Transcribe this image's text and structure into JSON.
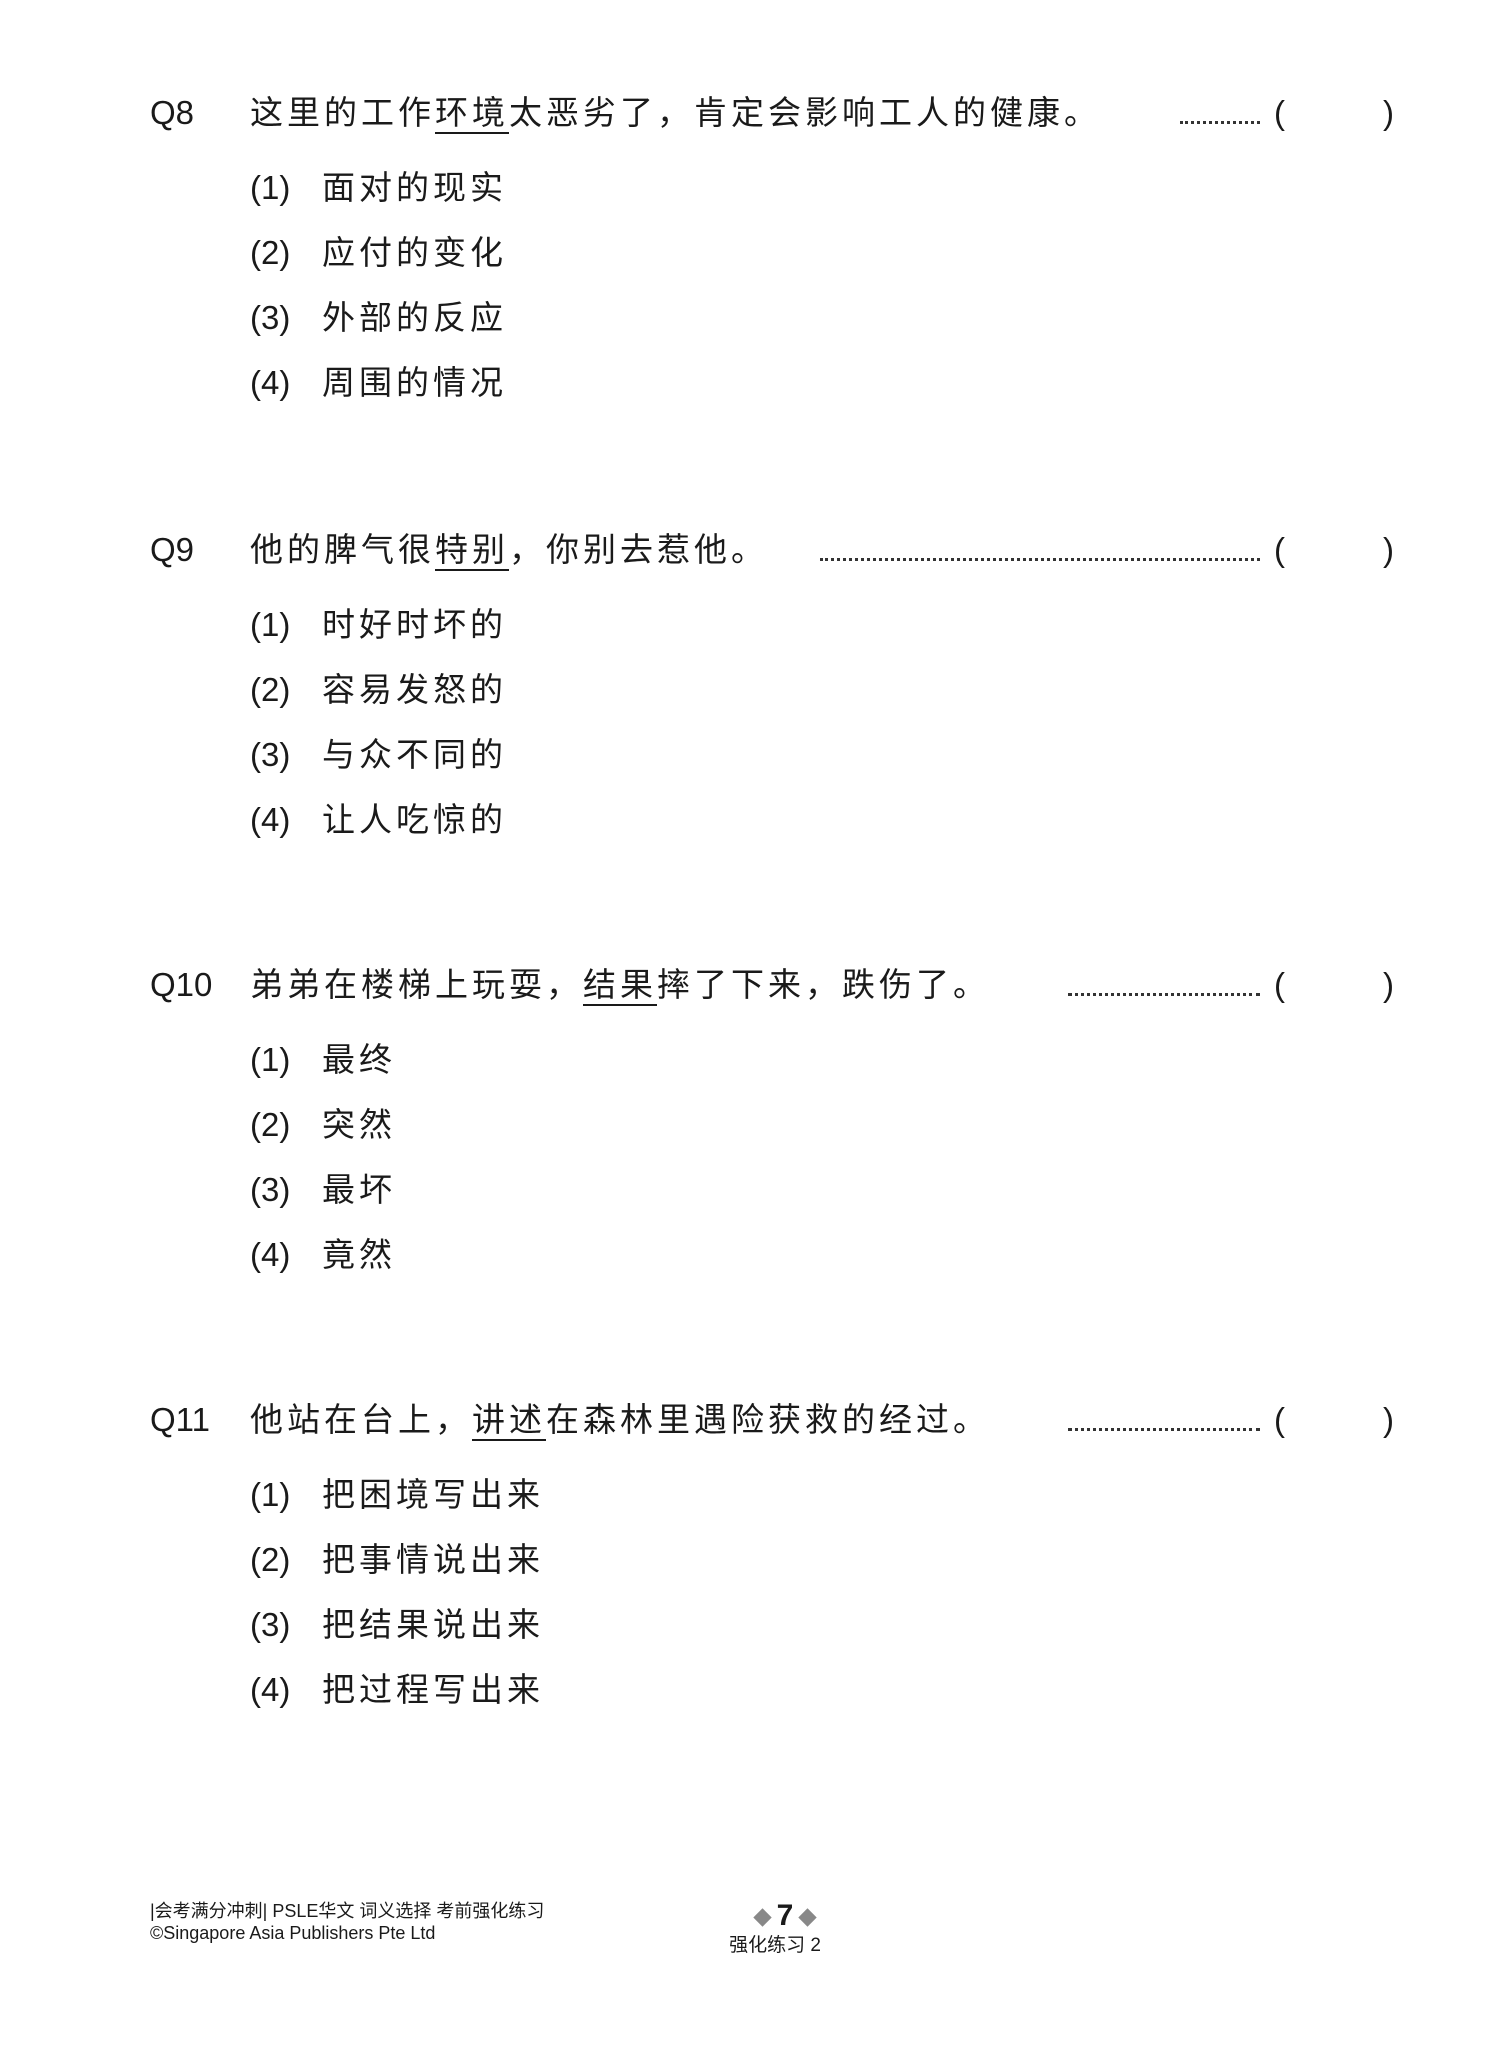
{
  "questions": [
    {
      "number": "Q8",
      "before": "这里的工作",
      "underlined": "环境",
      "after": "太恶劣了，肯定会影响工人的健康。",
      "answer_open": "(",
      "answer_close": ")",
      "options": [
        {
          "num": "(1)",
          "text": "面对的现实"
        },
        {
          "num": "(2)",
          "text": "应付的变化"
        },
        {
          "num": "(3)",
          "text": "外部的反应"
        },
        {
          "num": "(4)",
          "text": "周围的情况"
        }
      ]
    },
    {
      "number": "Q9",
      "before": "他的脾气很",
      "underlined": "特别",
      "after": "，你别去惹他。",
      "answer_open": "(",
      "answer_close": ")",
      "options": [
        {
          "num": "(1)",
          "text": "时好时坏的"
        },
        {
          "num": "(2)",
          "text": "容易发怒的"
        },
        {
          "num": "(3)",
          "text": "与众不同的"
        },
        {
          "num": "(4)",
          "text": "让人吃惊的"
        }
      ]
    },
    {
      "number": "Q10",
      "before": "弟弟在楼梯上玩耍，",
      "underlined": "结果",
      "after": "摔了下来，跌伤了。",
      "answer_open": "(",
      "answer_close": ")",
      "options": [
        {
          "num": "(1)",
          "text": "最终"
        },
        {
          "num": "(2)",
          "text": "突然"
        },
        {
          "num": "(3)",
          "text": "最坏"
        },
        {
          "num": "(4)",
          "text": "竟然"
        }
      ]
    },
    {
      "number": "Q11",
      "before": "他站在台上，",
      "underlined": "讲述",
      "after": "在森林里遇险获救的经过。",
      "answer_open": "(",
      "answer_close": ")",
      "options": [
        {
          "num": "(1)",
          "text": "把困境写出来"
        },
        {
          "num": "(2)",
          "text": "把事情说出来"
        },
        {
          "num": "(3)",
          "text": "把结果说出来"
        },
        {
          "num": "(4)",
          "text": "把过程写出来"
        }
      ]
    }
  ],
  "footer": {
    "book_title": "|会考满分冲刺| PSLE华文 词义选择 考前强化练习",
    "copyright": "©Singapore Asia Publishers Pte Ltd",
    "page_number": "7",
    "section": "强化练习 2"
  }
}
